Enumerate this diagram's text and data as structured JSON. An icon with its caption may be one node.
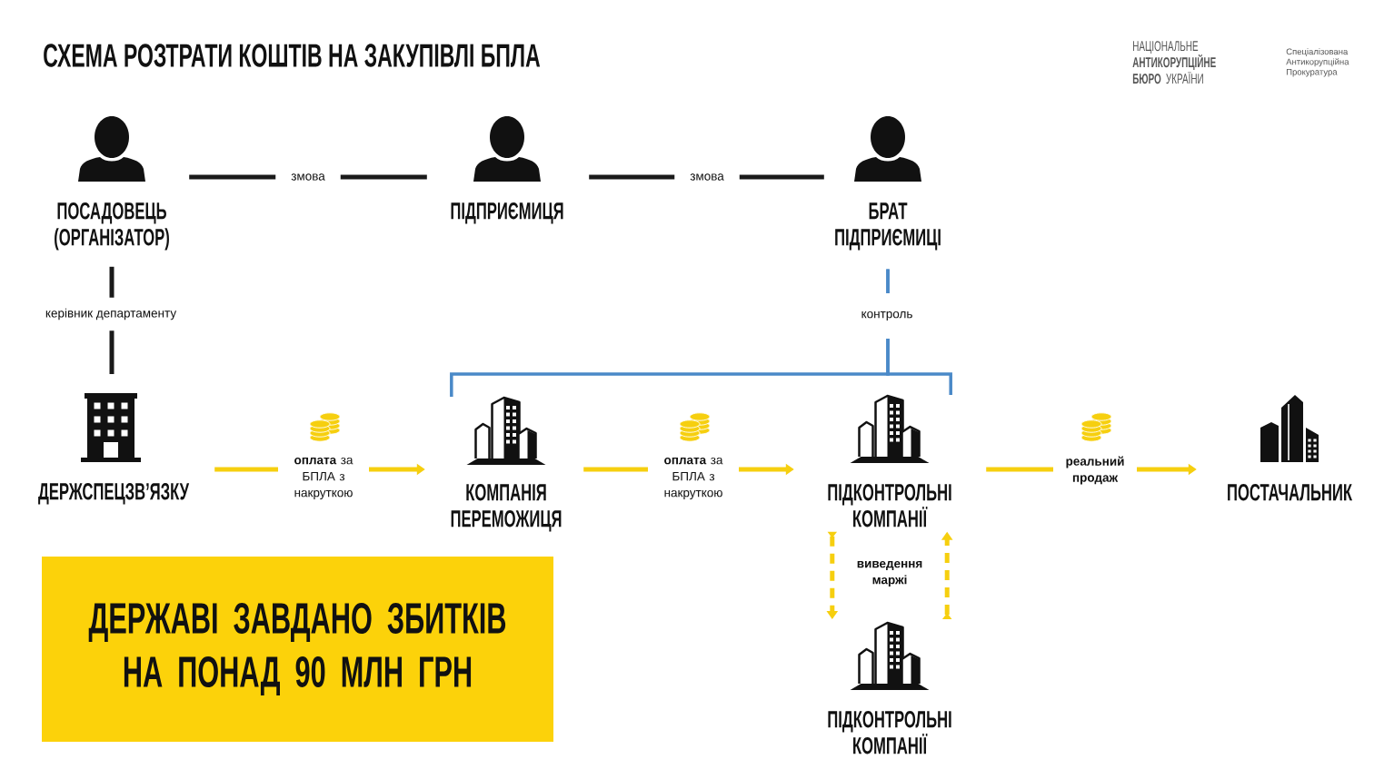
{
  "diagram": {
    "title": "СХЕМА РОЗТРАТИ КОШТІВ НА ЗАКУПІВЛІ БПЛА",
    "nodes": [
      {
        "text": [
          "ПОСАДОВЕЦЬ (ОРГАНІЗАТОР)"
        ]
      },
      {
        "text": [
          "ПІДПРИЄМИЦЯ"
        ]
      },
      {
        "text": [
          "БРАТ ПІДПРИЄМИЦІ"
        ]
      },
      {
        "text": [
          "ДЕРЖСПЕЦЗВ’ЯЗКУ"
        ]
      },
      {
        "text": [
          "КОМПАНІЯ ПЕРЕМОЖИЦЯ"
        ]
      },
      {
        "text": [
          "ПІДКОНТРОЛЬНІ КОМПАНІЇ"
        ]
      },
      {
        "text": [
          "ПОСТАЧАЛЬНИК"
        ]
      },
      {
        "text": [
          "ПІДКОНТРОЛЬНІ КОМПАНІЇ"
        ]
      },
      {
        "text": [
          "ДЕРЖАВІ ЗАВДАНО ЗБИТКІВ НА ПОНАД 90 МЛН ГРН"
        ]
      }
    ],
    "edges": [
      {
        "from": 0,
        "to": 1,
        "arrow": "none",
        "label": "змова",
        "color": "#1a1a1a"
      },
      {
        "from": 1,
        "to": 2,
        "arrow": "none",
        "label": "змова",
        "color": "#1a1a1a"
      },
      {
        "from": 0,
        "to": 3,
        "arrow": "none",
        "label": "керівник департаменту",
        "color": "#1a1a1a"
      },
      {
        "from": 2,
        "to": 4,
        "arrow": "none",
        "label": "контроль",
        "color": "#4a89c8"
      },
      {
        "from": 2,
        "to": 5,
        "arrow": "none",
        "color": "#4a89c8"
      },
      {
        "from": 3,
        "to": 4,
        "arrow": "to",
        "label": "**оплата** за БПЛА з накруткою",
        "color": "#f6cf0f"
      },
      {
        "from": 4,
        "to": 5,
        "arrow": "to",
        "label": "**оплата** за БПЛА з накруткою",
        "color": "#f6cf0f"
      },
      {
        "from": 5,
        "to": 6,
        "arrow": "to",
        "label": "реальний продаж",
        "color": "#f6cf0f"
      },
      {
        "from": 5,
        "to": 7,
        "arrow": "to",
        "label": "виведення маржі",
        "style": "dashed",
        "color": "#f6cf0f"
      },
      {
        "from": 7,
        "to": 5,
        "arrow": "to",
        "style": "dashed",
        "color": "#f6cf0f"
      }
    ],
    "labels": [
      "НАЦІОНАЛЬНЕ **АНТИКОРУПЦІЙНЕ БЮРО** УКРАЇНИ",
      "Спеціалізована Антикорупційна Прокуратура"
    ]
  }
}
